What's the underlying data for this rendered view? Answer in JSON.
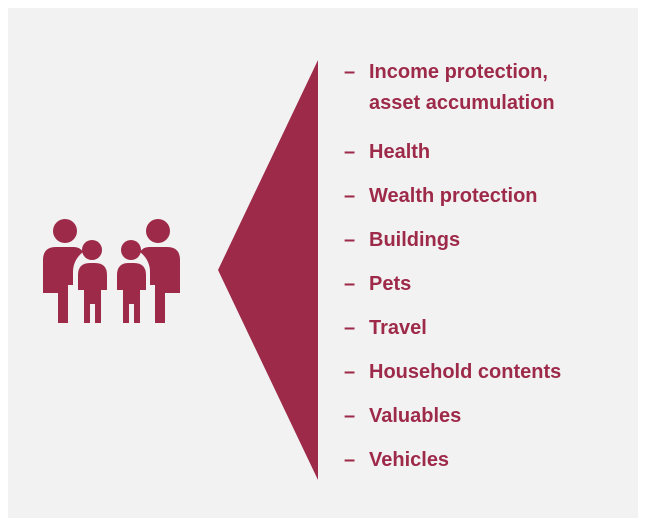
{
  "icons": {
    "family": "family-group-icon",
    "wedge": "wedge-pointer-icon"
  },
  "colors": {
    "accent": "#9e2a4a",
    "panel_background": "#f2f2f2",
    "page_background": "#ffffff"
  },
  "coverage": {
    "dash": "–",
    "items": [
      {
        "label": "Income protection,\nasset accumulation"
      },
      {
        "label": "Health"
      },
      {
        "label": "Wealth protection"
      },
      {
        "label": "Buildings"
      },
      {
        "label": "Pets"
      },
      {
        "label": "Travel"
      },
      {
        "label": "Household contents"
      },
      {
        "label": "Valuables"
      },
      {
        "label": "Vehicles"
      }
    ]
  }
}
